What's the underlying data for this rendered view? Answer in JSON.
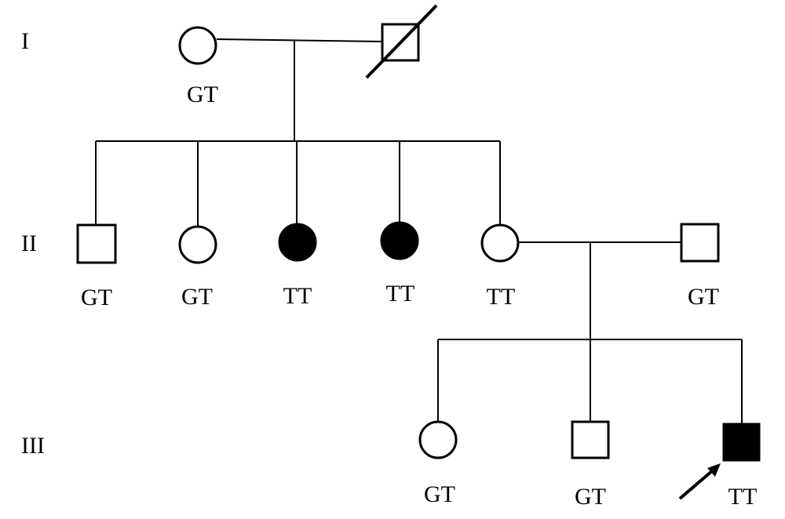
{
  "generations": [
    {
      "id": "gen-1",
      "label": "I"
    },
    {
      "id": "gen-2",
      "label": "II"
    },
    {
      "id": "gen-3",
      "label": "III"
    }
  ],
  "individuals": [
    {
      "id": "I-1",
      "sex": "female",
      "affected": false,
      "deceased": false,
      "genotype": "GT"
    },
    {
      "id": "I-2",
      "sex": "male",
      "affected": false,
      "deceased": true,
      "genotype": ""
    },
    {
      "id": "II-1",
      "sex": "male",
      "affected": false,
      "deceased": false,
      "genotype": "GT"
    },
    {
      "id": "II-2",
      "sex": "female",
      "affected": false,
      "deceased": false,
      "genotype": "GT"
    },
    {
      "id": "II-3",
      "sex": "female",
      "affected": true,
      "deceased": false,
      "genotype": "TT"
    },
    {
      "id": "II-4",
      "sex": "female",
      "affected": true,
      "deceased": false,
      "genotype": "TT"
    },
    {
      "id": "II-5",
      "sex": "female",
      "affected": false,
      "deceased": false,
      "genotype": "TT"
    },
    {
      "id": "II-6",
      "sex": "male",
      "affected": false,
      "deceased": false,
      "genotype": "GT"
    },
    {
      "id": "III-1",
      "sex": "female",
      "affected": false,
      "deceased": false,
      "genotype": "GT"
    },
    {
      "id": "III-2",
      "sex": "male",
      "affected": false,
      "deceased": false,
      "genotype": "GT"
    },
    {
      "id": "III-3",
      "sex": "male",
      "affected": true,
      "deceased": false,
      "genotype": "TT",
      "proband": true
    }
  ],
  "colors": {
    "line": "#000000",
    "affected_fill": "#000000",
    "unaffected_fill": "#ffffff"
  }
}
